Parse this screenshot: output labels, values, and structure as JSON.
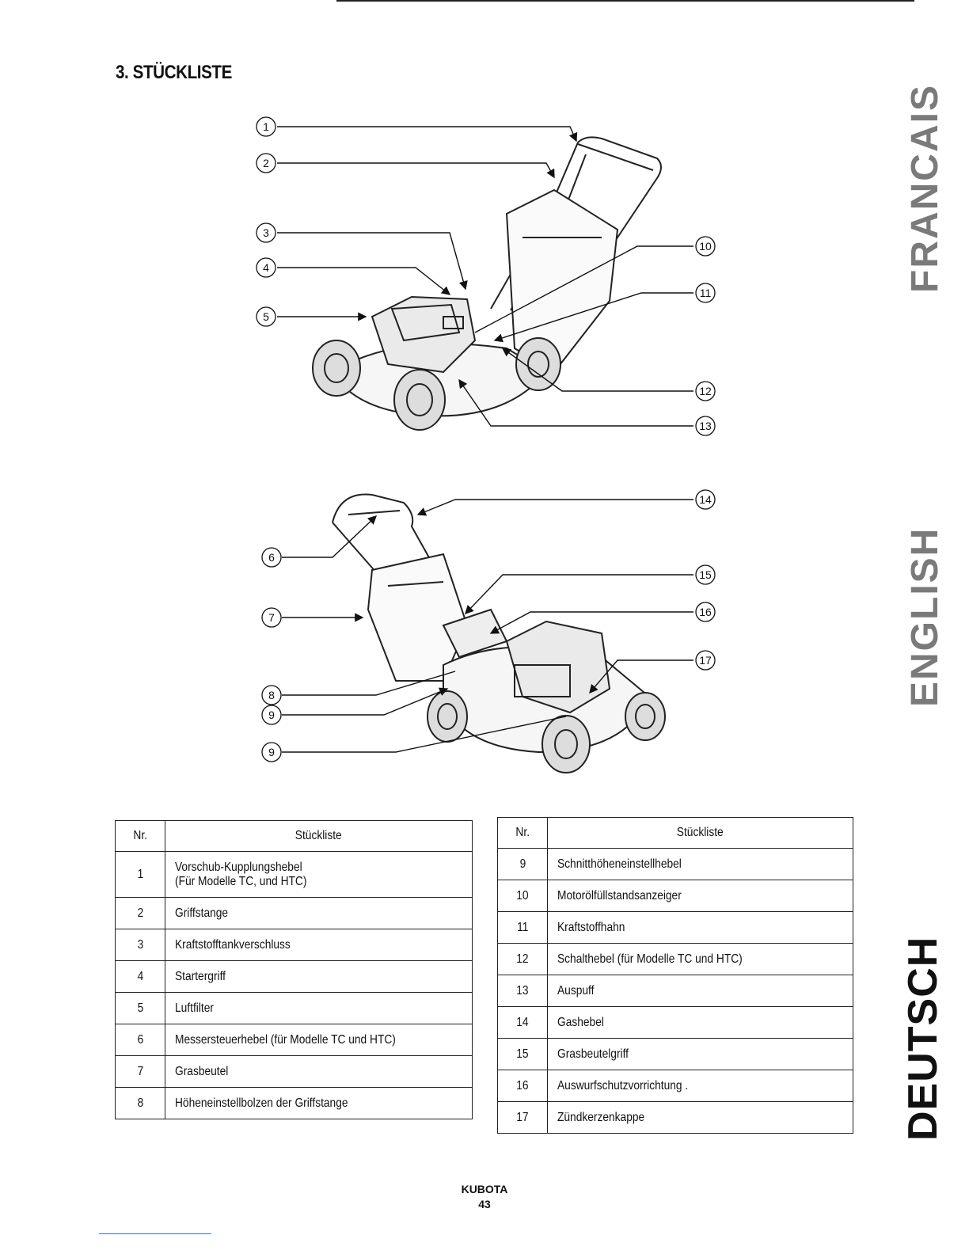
{
  "page": {
    "heading": "3. STÜCKLISTE",
    "side_tabs": [
      "FRANCAIS",
      "ENGLISH",
      "DEUTSCH"
    ],
    "brand": "KUBOTA",
    "page_number": "43"
  },
  "diagram_top": {
    "callouts_left": [
      "①",
      "②",
      "③",
      "④",
      "⑤"
    ],
    "callouts_right": [
      "⑩",
      "⑪",
      "⑫",
      "⑬"
    ]
  },
  "diagram_bottom": {
    "callouts_left": [
      "⑥",
      "⑦",
      "⑧",
      "⑨",
      "⑨"
    ],
    "callouts_right": [
      "⑭",
      "⑮",
      "⑯",
      "⑰"
    ]
  },
  "table_left": {
    "header_nr": "Nr.",
    "header_desc": "Stückliste",
    "rows": [
      {
        "nr": "1",
        "desc": "Vorschub-Kupplungshebel\n(Für Modelle TC, und HTC)"
      },
      {
        "nr": "2",
        "desc": "Griffstange"
      },
      {
        "nr": "3",
        "desc": "Kraftstofftankverschluss"
      },
      {
        "nr": "4",
        "desc": "Startergriff"
      },
      {
        "nr": "5",
        "desc": "Luftfilter"
      },
      {
        "nr": "6",
        "desc": "Messersteuerhebel (für Modelle TC und HTC)"
      },
      {
        "nr": "7",
        "desc": "Grasbeutel"
      },
      {
        "nr": "8",
        "desc": "Höheneinstellbolzen der Griffstange"
      }
    ]
  },
  "table_right": {
    "header_nr": "Nr.",
    "header_desc": "Stückliste",
    "rows": [
      {
        "nr": "9",
        "desc": "Schnitthöheneinstellhebel"
      },
      {
        "nr": "10",
        "desc": "Motorölfüllstandsanzeiger"
      },
      {
        "nr": "11",
        "desc": "Kraftstoffhahn"
      },
      {
        "nr": "12",
        "desc": "Schalthebel (für Modelle TC und HTC)"
      },
      {
        "nr": "13",
        "desc": "Auspuff"
      },
      {
        "nr": "14",
        "desc": "Gashebel"
      },
      {
        "nr": "15",
        "desc": "Grasbeutelgriff"
      },
      {
        "nr": "16",
        "desc": "Auswurfschutzvorrichtung ."
      },
      {
        "nr": "17",
        "desc": "Zündkerzenkappe"
      }
    ]
  }
}
